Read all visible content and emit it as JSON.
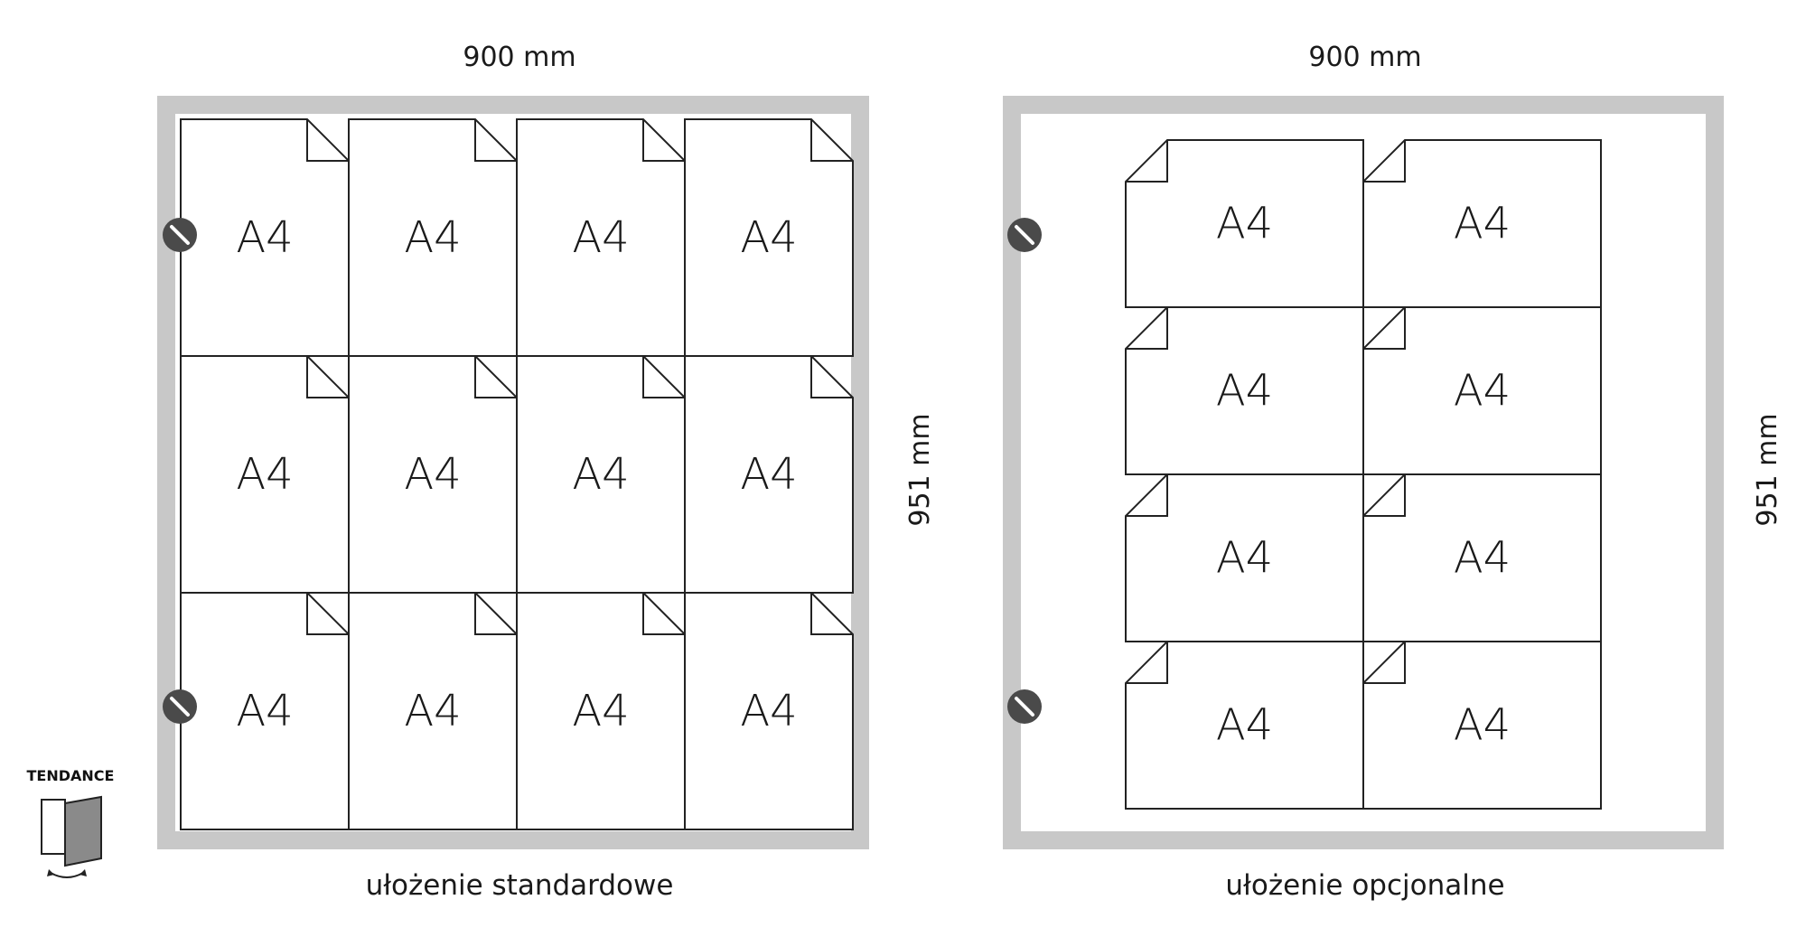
{
  "panels": [
    {
      "width_label": "900 mm",
      "height_label": "951 mm",
      "caption": "ułożenie standardowe",
      "sheet_label": "A4",
      "layout": "portrait",
      "rows": 3,
      "cols": 4
    },
    {
      "width_label": "900 mm",
      "height_label": "951 mm",
      "caption": "ułożenie opcjonalne",
      "sheet_label": "A4",
      "layout": "landscape",
      "rows": 4,
      "cols": 2
    }
  ],
  "brand": {
    "name": "TENDANCE",
    "icon": "folding-frame-icon"
  },
  "colors": {
    "frame": "#c8c8c8",
    "line": "#222222",
    "pin": "#4a4a4a"
  }
}
